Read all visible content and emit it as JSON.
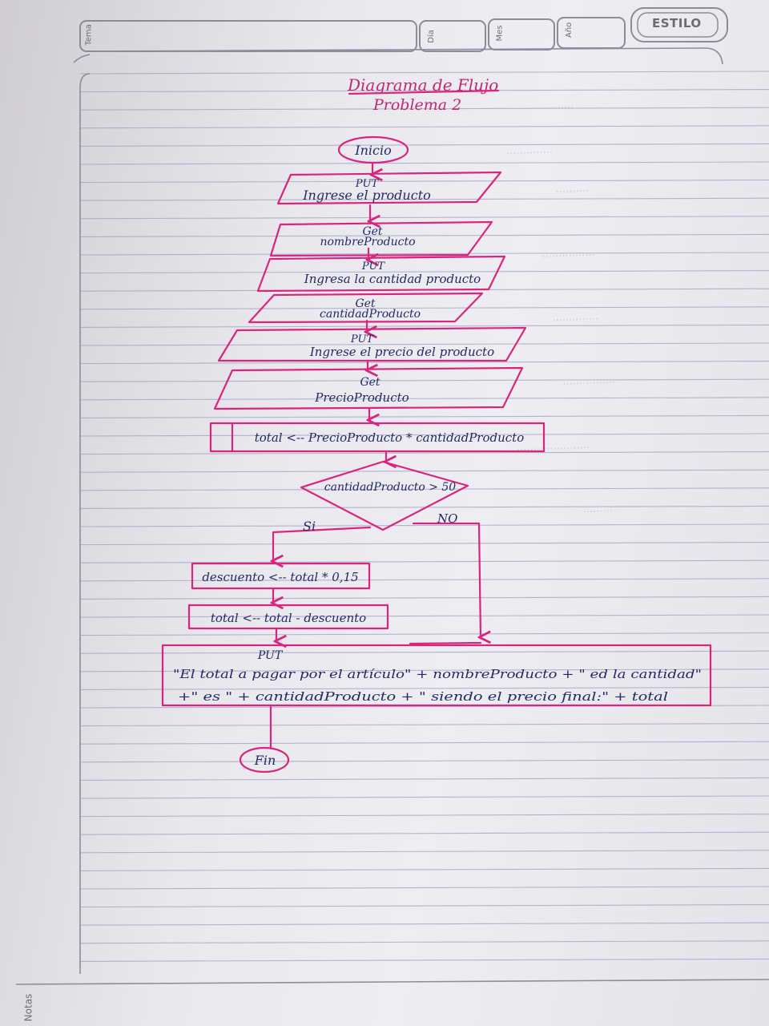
{
  "header": {
    "tema_label": "Tema",
    "dia_label": "Día",
    "mes_label": "Mes",
    "ano_label": "Año",
    "brand": "ESTILO",
    "notas_label": "Notas"
  },
  "title": {
    "line1": "Diagrama de Flujo",
    "line2": "Problema 2"
  },
  "flowchart": {
    "start": "Inicio",
    "put1_keyword": "PUT",
    "put1_text": "Ingrese el producto",
    "get1_keyword": "Get",
    "get1_text": "nombreProducto",
    "put2_keyword": "PUT",
    "put2_text": "Ingresa la cantidad producto",
    "get2_keyword": "Get",
    "get2_text": "cantidadProducto",
    "put3_keyword": "PUT",
    "put3_text": "Ingrese el precio del producto",
    "get3_keyword": "Get",
    "get3_text": "PrecioProducto",
    "process1": "total <-- PrecioProducto * cantidadProducto",
    "decision": "cantidadProducto > 50",
    "yes_label": "Si",
    "no_label": "NO",
    "process2": "descuento <-- total * 0,15",
    "process3": "total <-- total - descuento",
    "put4_keyword": "PUT",
    "put4_line1": "\"El total a pagar por el artículo\" + nombreProducto + \" ed la cantidad\"",
    "put4_line2": "+\" es \" + cantidadProducto + \" siendo el precio final:\" + total",
    "end": "Fin"
  },
  "colors": {
    "ink_pink": "#d8267f",
    "ink_blue": "#232a66",
    "paper": "#eceaef",
    "rule_line": "#9a98c4"
  }
}
